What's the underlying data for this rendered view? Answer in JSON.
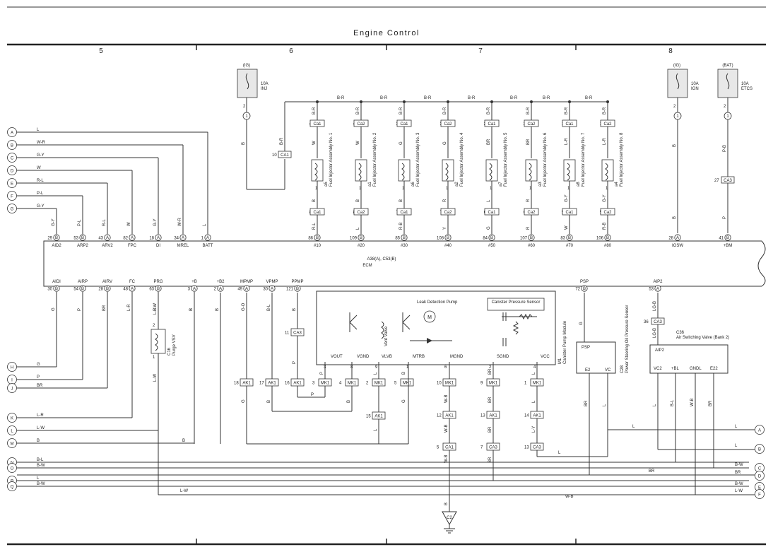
{
  "title": "Engine Control",
  "sections": [
    "5",
    "6",
    "7",
    "8"
  ],
  "ecm": {
    "name1": "A38(A), C53(B)",
    "name2": "ECM"
  },
  "fuses": [
    {
      "name": "IG",
      "rating": "10A",
      "label": "INJ"
    },
    {
      "name": "IG",
      "rating": "10A",
      "label": "IGN"
    },
    {
      "name": "BAT",
      "rating": "10A",
      "label": "ETCS"
    }
  ],
  "top_pins": [
    {
      "num": "29",
      "conn": "B",
      "name": "AID2",
      "wire": "G-Y"
    },
    {
      "num": "53",
      "conn": "B",
      "name": "ARP2",
      "wire": "P-L"
    },
    {
      "num": "43",
      "conn": "A",
      "name": "ARV2",
      "wire": "R-L"
    },
    {
      "num": "82",
      "conn": "A",
      "name": "FPC",
      "wire": "W"
    },
    {
      "num": "18",
      "conn": "A",
      "name": "DI",
      "wire": "G-Y"
    },
    {
      "num": "34",
      "conn": "A",
      "name": "MREL",
      "wire": "W-R"
    },
    {
      "num": "1",
      "conn": "A",
      "name": "BATT",
      "wire": "L"
    },
    {
      "num": "86",
      "conn": "B",
      "name": "#10",
      "wire": "R-L"
    },
    {
      "num": "109",
      "conn": "B",
      "name": "#20",
      "wire": "L"
    },
    {
      "num": "85",
      "conn": "B",
      "name": "#30",
      "wire": "R-B"
    },
    {
      "num": "108",
      "conn": "B",
      "name": "#40",
      "wire": "Y"
    },
    {
      "num": "84",
      "conn": "B",
      "name": "#50",
      "wire": "G"
    },
    {
      "num": "107",
      "conn": "B",
      "name": "#60",
      "wire": "R"
    },
    {
      "num": "83",
      "conn": "B",
      "name": "#70",
      "wire": "W"
    },
    {
      "num": "106",
      "conn": "B",
      "name": "#80",
      "wire": "R-B"
    },
    {
      "num": "28",
      "conn": "A",
      "name": "IGSW",
      "wire": "B"
    },
    {
      "num": "41",
      "conn": "B",
      "name": "+BM",
      "wire": "P"
    }
  ],
  "bottom_pins": [
    {
      "num": "30",
      "conn": "B",
      "name": "AIDI",
      "wire": "G"
    },
    {
      "num": "54",
      "conn": "B",
      "name": "AIRP",
      "wire": "P"
    },
    {
      "num": "28",
      "conn": "B",
      "name": "AIRV",
      "wire": "BR"
    },
    {
      "num": "48",
      "conn": "A",
      "name": "FC",
      "wire": "L-R"
    },
    {
      "num": "63",
      "conn": "B",
      "name": "PRG",
      "wire": "L-B"
    },
    {
      "num": "3",
      "conn": "A",
      "name": "+B",
      "wire": "B"
    },
    {
      "num": "2",
      "conn": "A",
      "name": "+B2",
      "wire": "B"
    },
    {
      "num": "49",
      "conn": "A",
      "name": "MPMP",
      "wire": "G-O"
    },
    {
      "num": "30",
      "conn": "A",
      "name": "VPMP",
      "wire": "B-L"
    },
    {
      "num": "121",
      "conn": "B",
      "name": "PPMP",
      "wire": "B"
    },
    {
      "num": "72",
      "conn": "B",
      "name": "PSP",
      "wire": "G"
    },
    {
      "num": "53",
      "conn": "A",
      "name": "AIP2",
      "wire": "LG-B"
    }
  ],
  "injectors": [
    {
      "name": "Fuel Injector Assembly No. 1",
      "code": "a5",
      "conn": "Ca1",
      "pin_top": "4",
      "pin_bot": "8",
      "wire_top": "B-R",
      "wire_mid": "W",
      "wire_bot": "B"
    },
    {
      "name": "Fuel Injector Assembly No. 2",
      "code": "a1",
      "conn": "Ca2",
      "pin_top": "4",
      "pin_bot": "8",
      "wire_top": "B-R",
      "wire_mid": "W",
      "wire_bot": "B"
    },
    {
      "name": "Fuel Injector Assembly No. 3",
      "code": "a6",
      "conn": "Ca1",
      "pin_top": "3",
      "pin_bot": "7",
      "wire_top": "B-R",
      "wire_mid": "G",
      "wire_bot": "B"
    },
    {
      "name": "Fuel Injector Assembly No. 4",
      "code": "a2",
      "conn": "Ca2",
      "pin_top": "3",
      "pin_bot": "7",
      "wire_top": "B-R",
      "wire_mid": "G",
      "wire_bot": "R"
    },
    {
      "name": "Fuel Injector Assembly No. 5",
      "code": "a7",
      "conn": "Ca1",
      "pin_top": "2",
      "pin_bot": "6",
      "wire_top": "B-R",
      "wire_mid": "BR",
      "wire_bot": "L"
    },
    {
      "name": "Fuel Injector Assembly No. 6",
      "code": "a3",
      "conn": "Ca2",
      "pin_top": "2",
      "pin_bot": "6",
      "wire_top": "B-R",
      "wire_mid": "BR",
      "wire_bot": "R"
    },
    {
      "name": "Fuel Injector Assembly No. 7",
      "code": "a8",
      "conn": "Ca1",
      "pin_top": "1",
      "pin_bot": "5",
      "wire_top": "B-R",
      "wire_mid": "L-R",
      "wire_bot": "G-Y"
    },
    {
      "name": "Fuel Injector Assembly No. 8",
      "code": "a4",
      "conn": "Ca2",
      "pin_top": "1",
      "pin_bot": "5",
      "wire_top": "B-R",
      "wire_mid": "L-R",
      "wire_bot": "G-Y"
    }
  ],
  "wire_labels_top": [
    "B-R",
    "B-R",
    "B-R",
    "B-R",
    "B-R",
    "B-R",
    "B-R"
  ],
  "left_connectors": [
    {
      "id": "A",
      "wire": "L"
    },
    {
      "id": "B",
      "wire": "W-R"
    },
    {
      "id": "C",
      "wire": "G-Y"
    },
    {
      "id": "D",
      "wire": "W"
    },
    {
      "id": "E",
      "wire": "R-L"
    },
    {
      "id": "F",
      "wire": "P-L"
    },
    {
      "id": "G",
      "wire": "G-Y"
    },
    {
      "id": "H",
      "wire": "G"
    },
    {
      "id": "I",
      "wire": "P"
    },
    {
      "id": "J",
      "wire": "BR"
    },
    {
      "id": "K",
      "wire": "L-R"
    },
    {
      "id": "L",
      "wire": "L-W"
    },
    {
      "id": "M",
      "wire": "B"
    },
    {
      "id": "N",
      "wire": "B-L"
    },
    {
      "id": "O",
      "wire": "B-W"
    },
    {
      "id": "P",
      "wire": "L"
    },
    {
      "id": "Q",
      "wire": "B-W"
    }
  ],
  "right_connectors": [
    {
      "id": "A",
      "wire": "L"
    },
    {
      "id": "B",
      "wire": "L"
    },
    {
      "id": "C",
      "wire": "B-W"
    },
    {
      "id": "D",
      "wire": "BR"
    },
    {
      "id": "E",
      "wire": "B-W"
    },
    {
      "id": "F",
      "wire": "L-W"
    }
  ],
  "components": {
    "purge_vsv": {
      "code": "C16",
      "name": "Purge VSV"
    },
    "canister_pump_module": {
      "code": "M1",
      "name": "Canister Pump Module"
    },
    "leak_pump": "Leak Detection Pump",
    "pressure_sensor": "Canister Pressure Sensor",
    "vent_valve": "Vent Valve",
    "ps_sensor": {
      "code": "C28",
      "name": "Power Steering Oil Pressure Sensor",
      "pins": [
        "PSP",
        "E2",
        "VC"
      ]
    },
    "air_valve": {
      "code": "C36",
      "name": "Air Switching Valve (Bank 2)",
      "pins": [
        "AIP2",
        "VC2",
        "+BL",
        "GNDL",
        "E22"
      ]
    },
    "pump_terminals": [
      "VOUT",
      "VGND",
      "VLVB",
      "MTRB",
      "MGND",
      "SGND",
      "VCC"
    ],
    "ground": "C2"
  },
  "connector_codes": {
    "ca1": "CA1",
    "ca3": "CA3",
    "mk1": "MK1",
    "ak1": "AK1"
  },
  "misc_wires": {
    "inj_branch": "B",
    "inj_feed": "B-R",
    "ign_feed": "B",
    "etcs_feed": "P-B",
    "wb": "W-B",
    "p": "P",
    "br": "BR",
    "l": "L",
    "lw": "L-W",
    "b": "B",
    "ly": "L-Y",
    "g": "G",
    "lgb": "LG-B"
  }
}
